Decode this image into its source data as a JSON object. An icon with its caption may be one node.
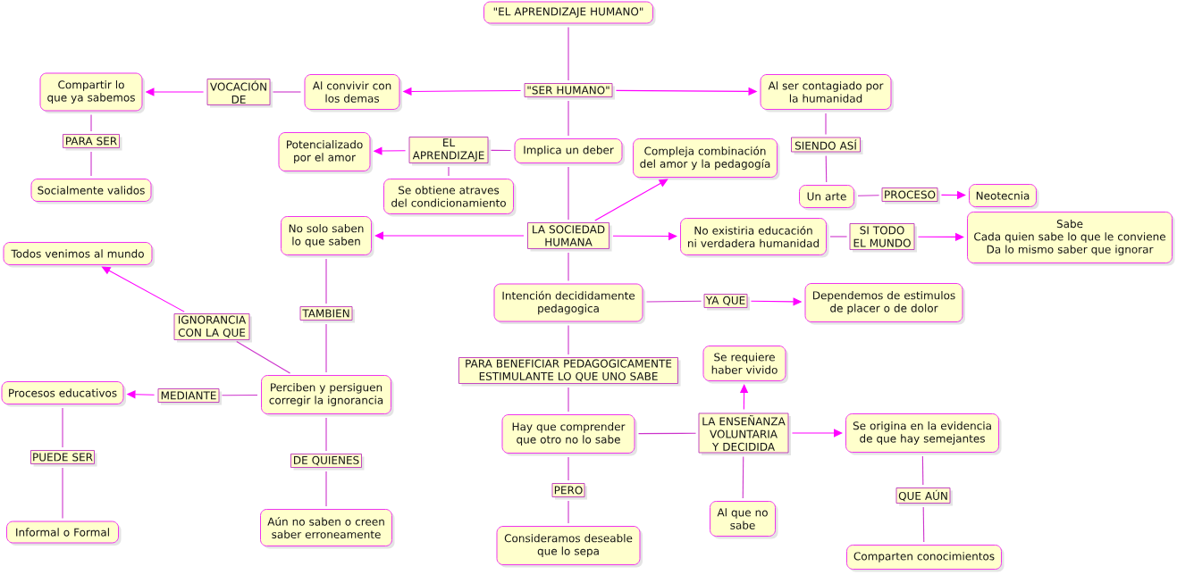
{
  "diagram": {
    "nodes": [
      {
        "text": [
          "\"EL APRENDIZAJE HUMANO\""
        ]
      },
      {
        "text": [
          "Compartir lo que ya sabemos"
        ]
      },
      {
        "text": [
          "VOCACIÓN DE"
        ]
      },
      {
        "text": [
          "Al convivir con los demas"
        ]
      },
      {
        "text": [
          "\"SER HUMANO\""
        ]
      },
      {
        "text": [
          "Al ser contagiado por la humanidad"
        ]
      },
      {
        "text": [
          "PARA SER"
        ]
      },
      {
        "text": [
          "Potencializado por el amor"
        ]
      },
      {
        "text": [
          "EL APRENDIZAJE"
        ]
      },
      {
        "text": [
          "Implica un deber"
        ]
      },
      {
        "text": [
          "Compleja combinación del amor y la pedagogía"
        ]
      },
      {
        "text": [
          "SIENDO ASÍ"
        ]
      },
      {
        "text": [
          "Socialmente validos"
        ]
      },
      {
        "text": [
          "Se obtiene atraves del condicionamiento"
        ]
      },
      {
        "text": [
          "Un arte"
        ]
      },
      {
        "text": [
          "PROCESO"
        ]
      },
      {
        "text": [
          "Neotecnia"
        ]
      },
      {
        "text": [
          "Todos venimos al mundo"
        ]
      },
      {
        "text": [
          "No solo saben lo que saben"
        ]
      },
      {
        "text": [
          "LA SOCIEDAD HUMANA"
        ]
      },
      {
        "text": [
          "No existiria educación ni verdadera humanidad"
        ]
      },
      {
        "text": [
          "SI TODO EL MUNDO"
        ]
      },
      {
        "text": [
          "Sabe",
          "Cada quien sabe lo que le conviene",
          "Da lo mismo saber que ignorar"
        ]
      },
      {
        "text": [
          "IGNORANCIA CON LA QUE"
        ]
      },
      {
        "text": [
          "TAMBIEN"
        ]
      },
      {
        "text": [
          "Intención decididamente pedagogica"
        ]
      },
      {
        "text": [
          "YA QUE"
        ]
      },
      {
        "text": [
          "Dependemos de estimulos de placer o de dolor"
        ]
      },
      {
        "text": [
          "Procesos educativos"
        ]
      },
      {
        "text": [
          "MEDIANTE"
        ]
      },
      {
        "text": [
          "Perciben y persiguen corregir la ignorancia"
        ]
      },
      {
        "text": [
          "PARA BENEFICIAR PEDAGOGICAMENTE ESTIMULANTE LO QUE UNO SABE"
        ]
      },
      {
        "text": [
          "Se requiere haber vivido"
        ]
      },
      {
        "text": [
          "Hay que comprender que otro no lo sabe"
        ]
      },
      {
        "text": [
          "LA ENSEÑANZA VOLUNTARIA Y DECIDIDA"
        ]
      },
      {
        "text": [
          "Se origina en la evidencia de que hay semejantes"
        ]
      },
      {
        "text": [
          "PUEDE SER"
        ]
      },
      {
        "text": [
          "DE QUIENES"
        ]
      },
      {
        "text": [
          "PERO"
        ]
      },
      {
        "text": [
          "QUE AÚN"
        ]
      },
      {
        "text": [
          "Al que no sabe"
        ]
      },
      {
        "text": [
          "Informal o Formal"
        ]
      },
      {
        "text": [
          "Aún no saben o creen saber erroneamente"
        ]
      },
      {
        "text": [
          "Consideramos deseable que lo sepa"
        ]
      },
      {
        "text": [
          "Comparten conocimientos"
        ]
      }
    ],
    "edges": [
      {
        "from": 0,
        "to": 4,
        "arrow": "none"
      },
      {
        "from": 4,
        "to": 3,
        "arrow": "to",
        "color": "#ff00ff"
      },
      {
        "from": 4,
        "to": 5,
        "arrow": "to",
        "color": "#ff00ff"
      },
      {
        "from": 3,
        "to": 2,
        "arrow": "none"
      },
      {
        "from": 2,
        "to": 1,
        "arrow": "to",
        "color": "#ff00ff"
      },
      {
        "from": 1,
        "to": 6,
        "arrow": "none"
      },
      {
        "from": 6,
        "to": 12,
        "arrow": "none"
      },
      {
        "from": 5,
        "to": 11,
        "arrow": "none"
      },
      {
        "from": 11,
        "to": 14,
        "arrow": "none"
      },
      {
        "from": 14,
        "to": 15,
        "arrow": "none"
      },
      {
        "from": 15,
        "to": 16,
        "arrow": "to",
        "color": "#ff00ff"
      },
      {
        "from": 4,
        "to": 9,
        "arrow": "none"
      },
      {
        "from": 9,
        "to": 8,
        "arrow": "none"
      },
      {
        "from": 8,
        "to": 7,
        "arrow": "to",
        "color": "#ff00ff"
      },
      {
        "from": 8,
        "to": 13,
        "arrow": "none"
      },
      {
        "from": 9,
        "to": 19,
        "arrow": "none"
      },
      {
        "from": 19,
        "to": 10,
        "arrow": "to",
        "color": "#ff00ff"
      },
      {
        "from": 19,
        "to": 18,
        "arrow": "to",
        "color": "#ff00ff"
      },
      {
        "from": 19,
        "to": 20,
        "arrow": "to",
        "color": "#ff00ff"
      },
      {
        "from": 20,
        "to": 21,
        "arrow": "none"
      },
      {
        "from": 21,
        "to": 22,
        "arrow": "to",
        "color": "#ff00ff"
      },
      {
        "from": 18,
        "to": 24,
        "arrow": "none"
      },
      {
        "from": 24,
        "to": 30,
        "arrow": "none"
      },
      {
        "from": 30,
        "to": 23,
        "arrow": "none"
      },
      {
        "from": 23,
        "to": 17,
        "arrow": "to",
        "color": "#ff00ff"
      },
      {
        "from": 30,
        "to": 29,
        "arrow": "none"
      },
      {
        "from": 29,
        "to": 28,
        "arrow": "to",
        "color": "#ff00ff"
      },
      {
        "from": 28,
        "to": 36,
        "arrow": "none"
      },
      {
        "from": 36,
        "to": 41,
        "arrow": "none"
      },
      {
        "from": 30,
        "to": 37,
        "arrow": "none"
      },
      {
        "from": 37,
        "to": 42,
        "arrow": "none"
      },
      {
        "from": 19,
        "to": 25,
        "arrow": "none"
      },
      {
        "from": 25,
        "to": 26,
        "arrow": "none"
      },
      {
        "from": 26,
        "to": 27,
        "arrow": "to",
        "color": "#ff00ff"
      },
      {
        "from": 25,
        "to": 31,
        "arrow": "none"
      },
      {
        "from": 31,
        "to": 33,
        "arrow": "none"
      },
      {
        "from": 33,
        "to": 34,
        "arrow": "none"
      },
      {
        "from": 34,
        "to": 32,
        "arrow": "to",
        "color": "#ff00ff"
      },
      {
        "from": 34,
        "to": 35,
        "arrow": "to",
        "color": "#ff00ff"
      },
      {
        "from": 34,
        "to": 40,
        "arrow": "none"
      },
      {
        "from": 35,
        "to": 39,
        "arrow": "none"
      },
      {
        "from": 39,
        "to": 44,
        "arrow": "none"
      },
      {
        "from": 33,
        "to": 38,
        "arrow": "none"
      },
      {
        "from": 38,
        "to": 43,
        "arrow": "none"
      }
    ]
  }
}
